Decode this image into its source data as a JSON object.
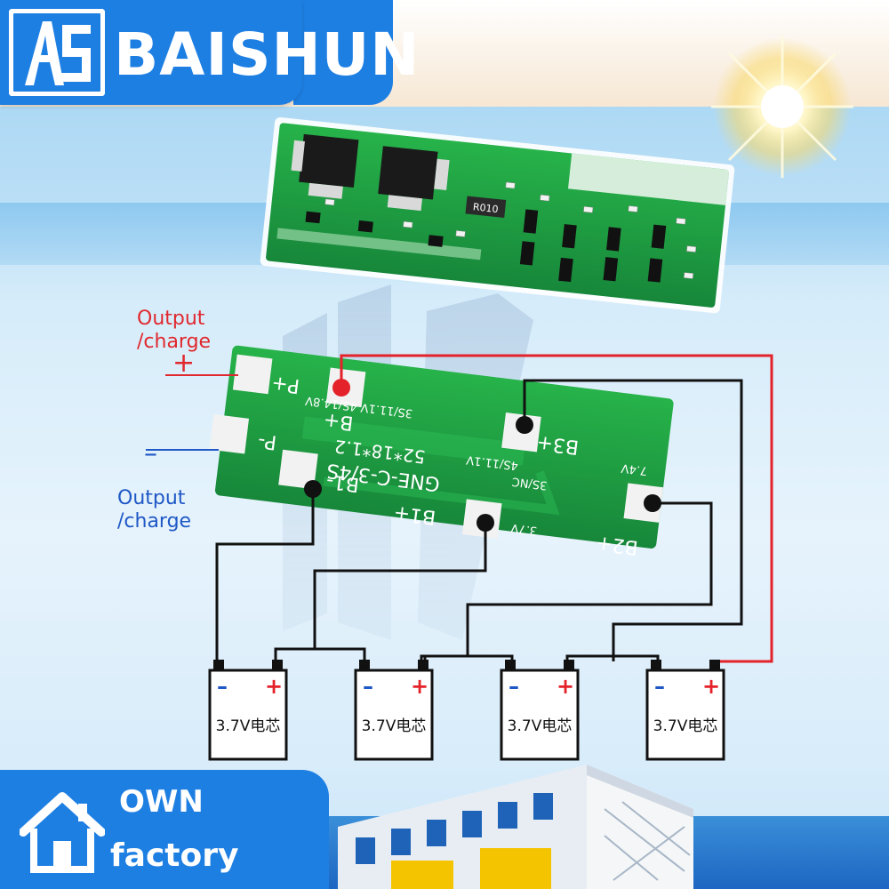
{
  "brand": {
    "name": "BAISHUN",
    "color": "#1e7fe3"
  },
  "labels": {
    "output_pos_line1": "Output",
    "output_pos_line2": "/charge",
    "plus_sign": "+",
    "output_neg_line1": "Output",
    "output_neg_line2": "/charge",
    "minus_sign": "–"
  },
  "pcb_silkscreen": {
    "p_plus": "P+",
    "p_minus": "P-",
    "b_plus": "B+",
    "b1_minus": "B1-",
    "b1_plus": "B1+",
    "b2_plus": "B2+",
    "b3_plus": "B3+",
    "model": "GNE-C-3/4S",
    "size": "52*18*1.2",
    "v_3s_4s_b": "3S/11.1V   4S/14.8V",
    "v_b3": "4S/11.1V",
    "v_b3_b": "3S/NC",
    "v_b2": "7.4V",
    "v_b1": "3.7V",
    "resistor": "R010"
  },
  "cells": [
    {
      "label": "3.7V电芯",
      "neg": "–",
      "pos": "+"
    },
    {
      "label": "3.7V电芯",
      "neg": "–",
      "pos": "+"
    },
    {
      "label": "3.7V电芯",
      "neg": "–",
      "pos": "+"
    },
    {
      "label": "3.7V电芯",
      "neg": "–",
      "pos": "+"
    }
  ],
  "factory": {
    "line1": "OWN",
    "line2": "factory"
  },
  "colors": {
    "pcb_green": "#1f9e3c",
    "pad_white": "#f2f2f2",
    "wire_red": "#e3222a",
    "wire_black": "#111111",
    "label_red": "#e0282e",
    "label_blue": "#1f58c6"
  }
}
